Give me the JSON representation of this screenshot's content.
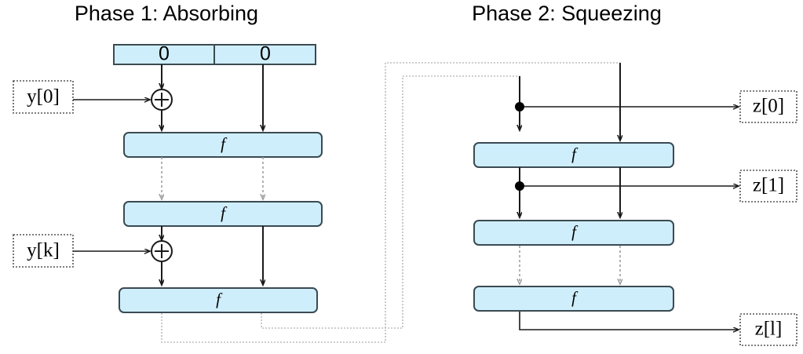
{
  "diagram": {
    "title_left": "Phase 1: Absorbing",
    "title_right": "Phase 2: Squeezing",
    "colors": {
      "block_fill": "#cfeefc",
      "block_stroke": "#3b4a52",
      "line": "#1a1a1a",
      "internal_dashed": "#9a9a9a",
      "feedback_dashed": "#bdbdbd",
      "io_box_stroke": "#555555"
    },
    "state_boxes": [
      {
        "label": "0",
        "name": "rate-register"
      },
      {
        "label": "0",
        "name": "capacity-register"
      }
    ],
    "phase1": {
      "permutation_label": "f",
      "permutations": [
        {
          "label": "f",
          "index": 1
        },
        {
          "label": "f",
          "index": 2
        },
        {
          "label": "f",
          "index": 3
        }
      ],
      "inputs": [
        {
          "label": "y[0]",
          "var": "y",
          "sub": "[0]"
        },
        {
          "label": "y[k]",
          "var": "y",
          "sub": "[k]"
        }
      ],
      "xor_symbol": "+"
    },
    "phase2": {
      "permutation_label": "f",
      "permutations": [
        {
          "label": "f",
          "index": 1
        },
        {
          "label": "f",
          "index": 2
        },
        {
          "label": "f",
          "index": 3
        }
      ],
      "outputs": [
        {
          "label": "z[0]",
          "var": "z",
          "sub": "[0]"
        },
        {
          "label": "z[1]",
          "var": "z",
          "sub": "[1]"
        },
        {
          "label": "z[l]",
          "var": "z",
          "sub": "[l]"
        }
      ]
    }
  }
}
